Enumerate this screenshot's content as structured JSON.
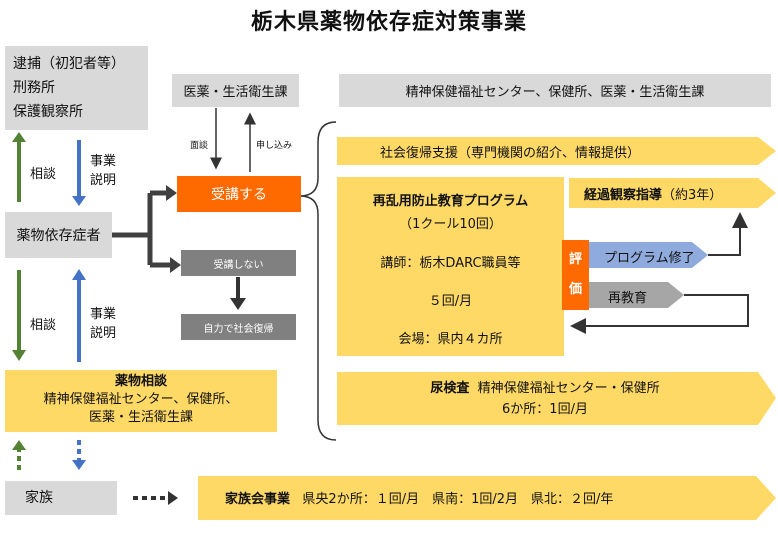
{
  "title": "栃木県薬物依存症対策事業",
  "left": {
    "top_box": [
      "逮捕（初犯者等）",
      "刑務所",
      "保護観察所"
    ],
    "consult": "相談",
    "explain_1": "事業",
    "explain_2": "説明",
    "patient": "薬物依存症者",
    "drug_consult_title": "薬物相談",
    "drug_consult_line1": "精神保健福祉センター、保健所、",
    "drug_consult_line2": "医薬・生活衛生課",
    "family": "家族"
  },
  "middle": {
    "iyaku": "医薬・生活衛生課",
    "interview": "面談",
    "apply": "申し込み",
    "attend": "受講する",
    "not_attend": "受講しない",
    "self_rehab": "自力で社会復帰"
  },
  "right": {
    "header": "精神保健福祉センター、保健所、医薬・生活衛生課",
    "rehab_support": "社会復帰支援（専門機関の紹介、情報提供）",
    "program_title": "再乱用防止教育プログラム",
    "program_cool": "（1クール10回）",
    "lecturer": "講師：栃木DARC職員等",
    "frequency": "５回/月",
    "venue": "会場：県内４カ所",
    "eval_1": "評",
    "eval_2": "価",
    "observe_bold": "経過観察指導",
    "observe_rest": "（約3年）",
    "program_done": "プログラム修了",
    "reeducate": "再教育",
    "urine_bold": "尿検査",
    "urine_rest": "精神保健福祉センター・保健所",
    "urine_line2": "6か所：1回/月",
    "family_bold": "家族会事業",
    "family_rest": "県央2か所：１回/月　県南：1回/2月　県北：２回/年"
  },
  "colors": {
    "yellow": "#ffd966",
    "orange": "#ff6a00",
    "green": "#548235",
    "blue": "#4472c4",
    "light_blue": "#8faadc"
  }
}
